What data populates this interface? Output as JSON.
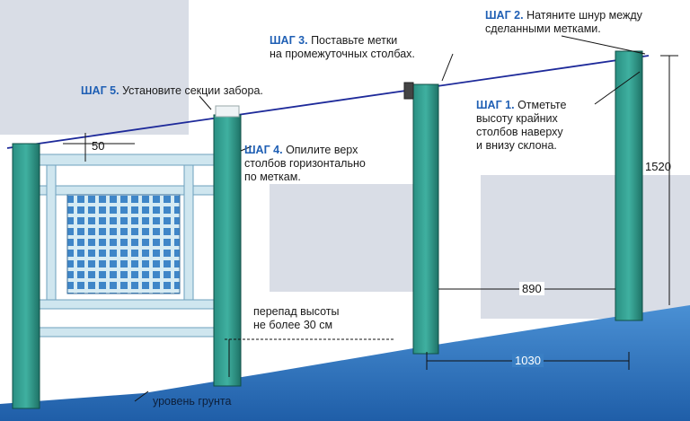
{
  "steps": {
    "step1": {
      "label": "ШАГ 1.",
      "line1": "Отметьте",
      "line2": "высоту крайних",
      "line3": "столбов наверху",
      "line4": "и внизу склона."
    },
    "step2": {
      "label": "ШАГ 2.",
      "line1": "Натяните шнур между",
      "line2": "сделанными метками."
    },
    "step3": {
      "label": "ШАГ 3.",
      "line1": "Поставьте метки",
      "line2": "на промежуточных столбах."
    },
    "step4": {
      "label": "ШАГ 4.",
      "line1": "Опилите верх",
      "line2": "столбов горизонтально",
      "line3": "по меткам."
    },
    "step5": {
      "label": "ШАГ 5.",
      "line1": "Установите секции забора."
    }
  },
  "notes": {
    "height_diff_line1": "перепад высоты",
    "height_diff_line2": "не более 30 см",
    "ground_level": "уровень грунта"
  },
  "dimensions": {
    "gap": "50",
    "post_height": "1520",
    "span_inner": "890",
    "span_outer": "1030"
  },
  "colors": {
    "post": "#2f9a8c",
    "post_dark": "#1d6e63",
    "rail": "#cfe6ef",
    "ground": "#3a7fc4",
    "step_label": "#1f5fb4",
    "string": "#1e2a9a"
  }
}
